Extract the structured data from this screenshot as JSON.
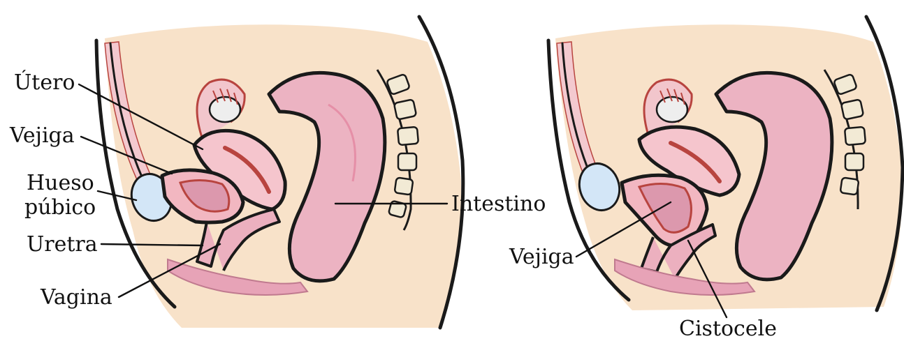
{
  "colors": {
    "skin": "#f8e2c9",
    "pink": "#f0b8c5",
    "pink_light": "#f8d6dd",
    "pink_dark": "#e58fa7",
    "tissue_red": "#b8443f",
    "bone_blue": "#d3e6f7",
    "ink": "#1a1a1a"
  },
  "left_figure": {
    "labels": {
      "utero": "Útero",
      "vejiga": "Vejiga",
      "hueso_line1": "Hueso",
      "hueso_line2": "púbico",
      "uretra": "Uretra",
      "vagina": "Vagina",
      "intestino": "Intestino"
    }
  },
  "right_figure": {
    "labels": {
      "vejiga": "Vejiga",
      "cistocele": "Cistocele"
    }
  }
}
